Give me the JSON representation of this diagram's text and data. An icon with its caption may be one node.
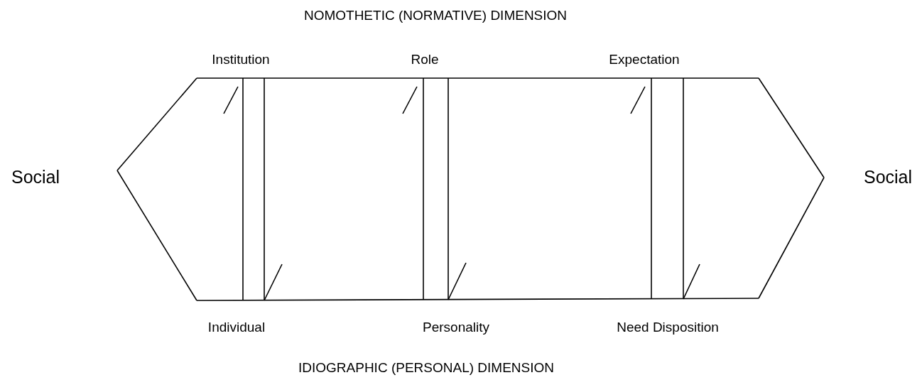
{
  "diagram": {
    "labels": [
      "NOMOTHETIC (NORMATIVE) DIMENSION",
      "Institution",
      "Role",
      "Expectation",
      "Social",
      "Social",
      "Individual",
      "Personality",
      "Need Disposition",
      "IDIOGRAPHIC (PERSONAL) DIMENSION"
    ]
  }
}
